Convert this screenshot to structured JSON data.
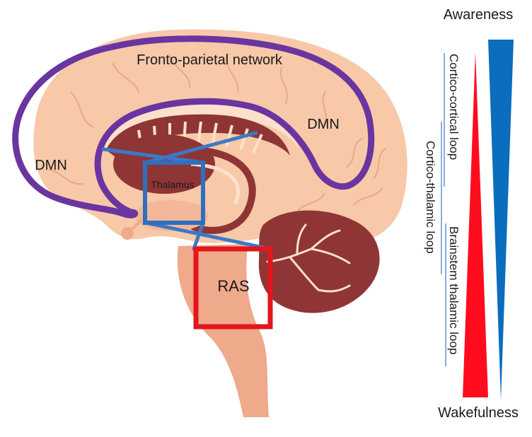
{
  "diagram": {
    "regions": {
      "frontoparietal": "Fronto-parietal network",
      "dmn_front": "DMN",
      "dmn_back": "DMN",
      "thalamus": "Thalamus",
      "ras": "RAS"
    },
    "loops": {
      "cortico_cortical": "Cortico-cortical loop",
      "cortico_thalamic": "Cortico-thalamic loop",
      "brainstem_thalamic": "Brainstem thalamic loop"
    },
    "scale": {
      "top": "Awareness",
      "bottom": "Wakefulness"
    },
    "colors": {
      "network_outline": "#6a35a0",
      "thalamus_box": "#2f6fc0",
      "ras_box": "#e3161b",
      "wakefulness_wedge": "#ff0d1e",
      "awareness_wedge": "#0b6dbd",
      "brain_tissue": "#f7c9a8",
      "deep_structure": "#8f3535"
    }
  }
}
